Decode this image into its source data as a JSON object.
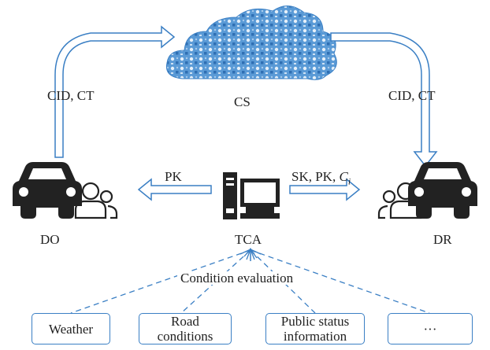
{
  "nodes": {
    "cloud": "CS",
    "owner": "DO",
    "center": "TCA",
    "receiver": "DR"
  },
  "edges": {
    "upload": "CID, CT",
    "download": "CID, CT",
    "to_owner": "PK",
    "to_receiver_prefix": "SK, PK, ",
    "to_receiver_c": "C",
    "to_receiver_sub": "i"
  },
  "evaluation": {
    "title": "Condition evaluation",
    "factors": [
      {
        "line1": "Weather",
        "line2": ""
      },
      {
        "line1": "Road",
        "line2": "conditions"
      },
      {
        "line1": "Public status",
        "line2": "information"
      },
      {
        "line1": "···",
        "line2": ""
      }
    ]
  },
  "colors": {
    "arrow": "#3a7fc4",
    "icon": "#222222",
    "cloud": "#4a8fd0",
    "text": "#222222"
  }
}
